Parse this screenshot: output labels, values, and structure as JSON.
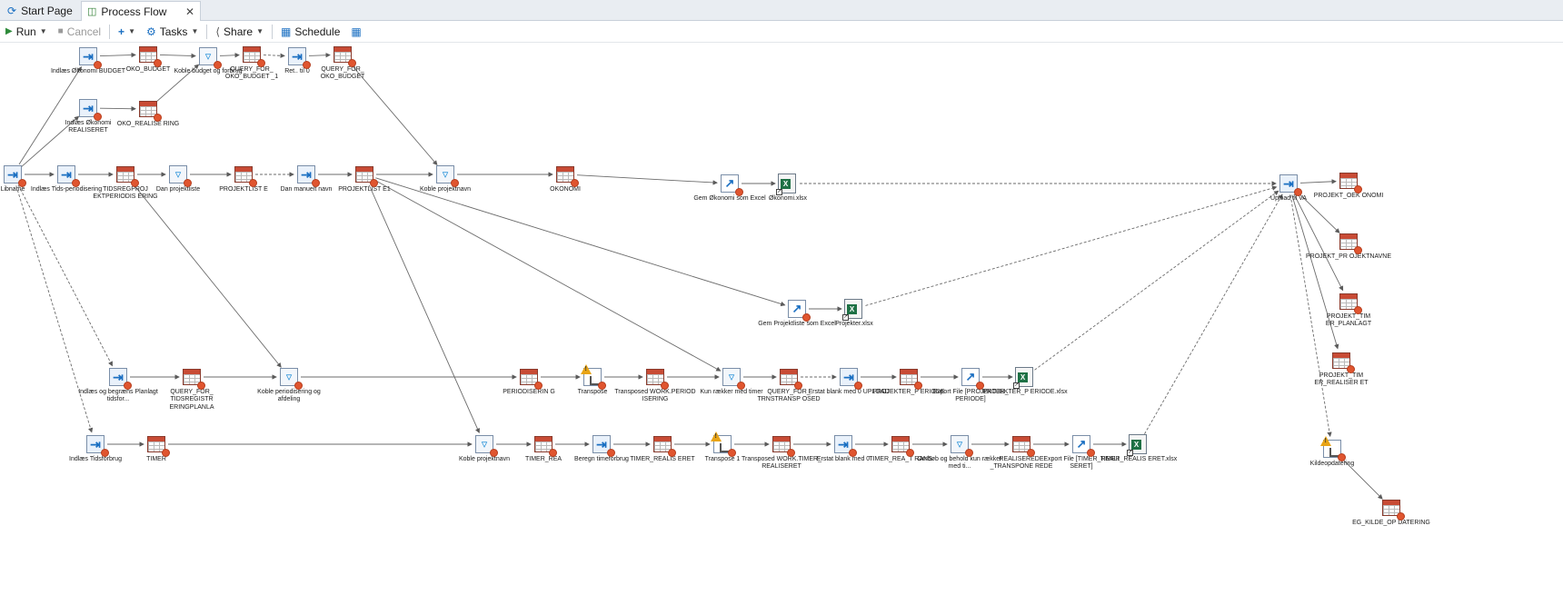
{
  "tabs": {
    "start_page": "Start Page",
    "process_flow": "Process Flow"
  },
  "toolbar": {
    "run": "Run",
    "cancel": "Cancel",
    "add": "+",
    "tasks": "Tasks",
    "share": "Share",
    "schedule": "Schedule"
  },
  "colors": {
    "table_header": "#c84b35",
    "task_icon": "#1a6fc2",
    "excel": "#1e7145",
    "warning": "#e8a416",
    "status_dot": "#e0552f"
  },
  "nodes": [
    {
      "id": "libname",
      "type": "task",
      "label": "Libname"
    },
    {
      "id": "indlaes_budget",
      "type": "task",
      "label": "Indlæs Økonomi BUDGET"
    },
    {
      "id": "oko_budget",
      "type": "table",
      "label": "OKO_BUDGET"
    },
    {
      "id": "koble_budget",
      "type": "filter",
      "label": "Koble budget og forbrug"
    },
    {
      "id": "query_oko_budget_1",
      "type": "table",
      "label": "QUERY_FOR_ OKO_BUDGET _1"
    },
    {
      "id": "ret_til_0",
      "type": "task",
      "label": "Ret.. til 0"
    },
    {
      "id": "query_oko_budget",
      "type": "table",
      "label": "QUERY_FOR_ OKO_BUDGET"
    },
    {
      "id": "indlaes_realiseret",
      "type": "task",
      "label": "Indlæs Økonomi REALISERET"
    },
    {
      "id": "oko_realisering",
      "type": "table",
      "label": "OKO_REALISE RING"
    },
    {
      "id": "indlaes_tids",
      "type": "task",
      "label": "Indlæs Tids-periodisering"
    },
    {
      "id": "tidsreg_proj",
      "type": "table",
      "label": "TIDSREGPROJ EKTPERIODIS ERING"
    },
    {
      "id": "dan_projektliste",
      "type": "filter",
      "label": "Dan projektliste"
    },
    {
      "id": "projektliste",
      "type": "table",
      "label": "PROJEKTLIST E"
    },
    {
      "id": "dan_manuelt",
      "type": "task",
      "label": "Dan manuelt navn"
    },
    {
      "id": "projektliste1",
      "type": "table",
      "label": "PROJEKTLIST E1"
    },
    {
      "id": "koble_projektnavn_1",
      "type": "filter",
      "label": "Koble projektnavn"
    },
    {
      "id": "okonomi",
      "type": "table",
      "label": "OKONOMI"
    },
    {
      "id": "gem_okonomi",
      "type": "export",
      "label": "Gem Økonomi som Excel"
    },
    {
      "id": "okonomi_xlsx",
      "type": "excel",
      "label": "Økonomi.xlsx"
    },
    {
      "id": "upload_va",
      "type": "task",
      "label": "Upload til VA"
    },
    {
      "id": "projekt_okonomi",
      "type": "table",
      "label": "PROJEKT_OEK ONOMI"
    },
    {
      "id": "projekt_projektnavne",
      "type": "table",
      "label": "PROJEKT_PR OJEKTNAVNE"
    },
    {
      "id": "projekt_timer_planlagt",
      "type": "table",
      "label": "PROJEKT_TIM ER_PLANLAGT"
    },
    {
      "id": "projekt_timer_realiseret",
      "type": "table",
      "label": "PROJEKT_TIM ER_REALISER ET"
    },
    {
      "id": "gem_projektliste",
      "type": "export",
      "label": "Gem Projektliste som Excel"
    },
    {
      "id": "projekter_xlsx",
      "type": "excel",
      "label": "Projekter.xlsx"
    },
    {
      "id": "indlaes_begraens",
      "type": "task",
      "label": "Indlæs og begræns Planlagt tidsfor..."
    },
    {
      "id": "query_tidsregistrering",
      "type": "table",
      "label": "QUERY_FOR_ TIDSREGISTR ERINGPLANLA"
    },
    {
      "id": "koble_periodisering",
      "type": "filter",
      "label": "Koble periodisering og afdeling"
    },
    {
      "id": "periodisering",
      "type": "table",
      "label": "PERIODISERIN G"
    },
    {
      "id": "transpose",
      "type": "transpose",
      "label": "Transpose"
    },
    {
      "id": "transposed_work_periodisering",
      "type": "table",
      "label": "Transposed WORK.PERIOD ISERING"
    },
    {
      "id": "kun_raekker",
      "type": "filter",
      "label": "Kun rækker med timer"
    },
    {
      "id": "query_trnstransposed",
      "type": "table",
      "label": "QUERY_FOR_ TRNSTRANSP OSED"
    },
    {
      "id": "erstat_blank_upload",
      "type": "task",
      "label": "Erstat blank med 0 UPLOAD"
    },
    {
      "id": "projekter_periode",
      "type": "table",
      "label": "PROJEKTER_P ERIODE"
    },
    {
      "id": "export_projekter_periode",
      "type": "export",
      "label": "Export File [PROJEKTER_ PERIODE]"
    },
    {
      "id": "projekter_periode_xlsx",
      "type": "excel",
      "label": "PROJEKTER_P ERIODE.xlsx"
    },
    {
      "id": "indlaes_tidsforbrug",
      "type": "task",
      "label": "Indlæs Tidsforbrug"
    },
    {
      "id": "timer",
      "type": "table",
      "label": "TIMER"
    },
    {
      "id": "koble_projektnavn_2",
      "type": "filter",
      "label": "Koble projektnavn"
    },
    {
      "id": "timer_rea",
      "type": "table",
      "label": "TIMER_REA"
    },
    {
      "id": "beregn_timeforbrug",
      "type": "task",
      "label": "Beregn timeforbrug"
    },
    {
      "id": "timer_realiseret",
      "type": "table",
      "label": "TIMER_REALIS ERET"
    },
    {
      "id": "transpose_1",
      "type": "transpose",
      "label": "Transpose 1"
    },
    {
      "id": "transposed_work_timer_realiseret",
      "type": "table",
      "label": "Transposed WORK.TIMER_ REALISERET"
    },
    {
      "id": "erstat_blank",
      "type": "task",
      "label": "Erstat blank med 0"
    },
    {
      "id": "timer_rea_trans",
      "type": "table",
      "label": "TIMER_REA_T RANS"
    },
    {
      "id": "ombob",
      "type": "filter",
      "label": "Ombøb og behold kun rækker med ti..."
    },
    {
      "id": "realiserede_transponerede",
      "type": "table",
      "label": "REALISEREDE _TRANSPONE REDE"
    },
    {
      "id": "export_timer_realiseret",
      "type": "export",
      "label": "Export File [TIMER_REALI SERET]"
    },
    {
      "id": "timer_realiseret_xlsx",
      "type": "excel",
      "label": "TIMER_REALIS ERET.xlsx"
    },
    {
      "id": "kildeopdatering",
      "type": "transpose",
      "label": "Kildeopdatering"
    },
    {
      "id": "eg_kilde_opdatering",
      "type": "table",
      "label": "EG_KILDE_OP DATERING"
    }
  ]
}
